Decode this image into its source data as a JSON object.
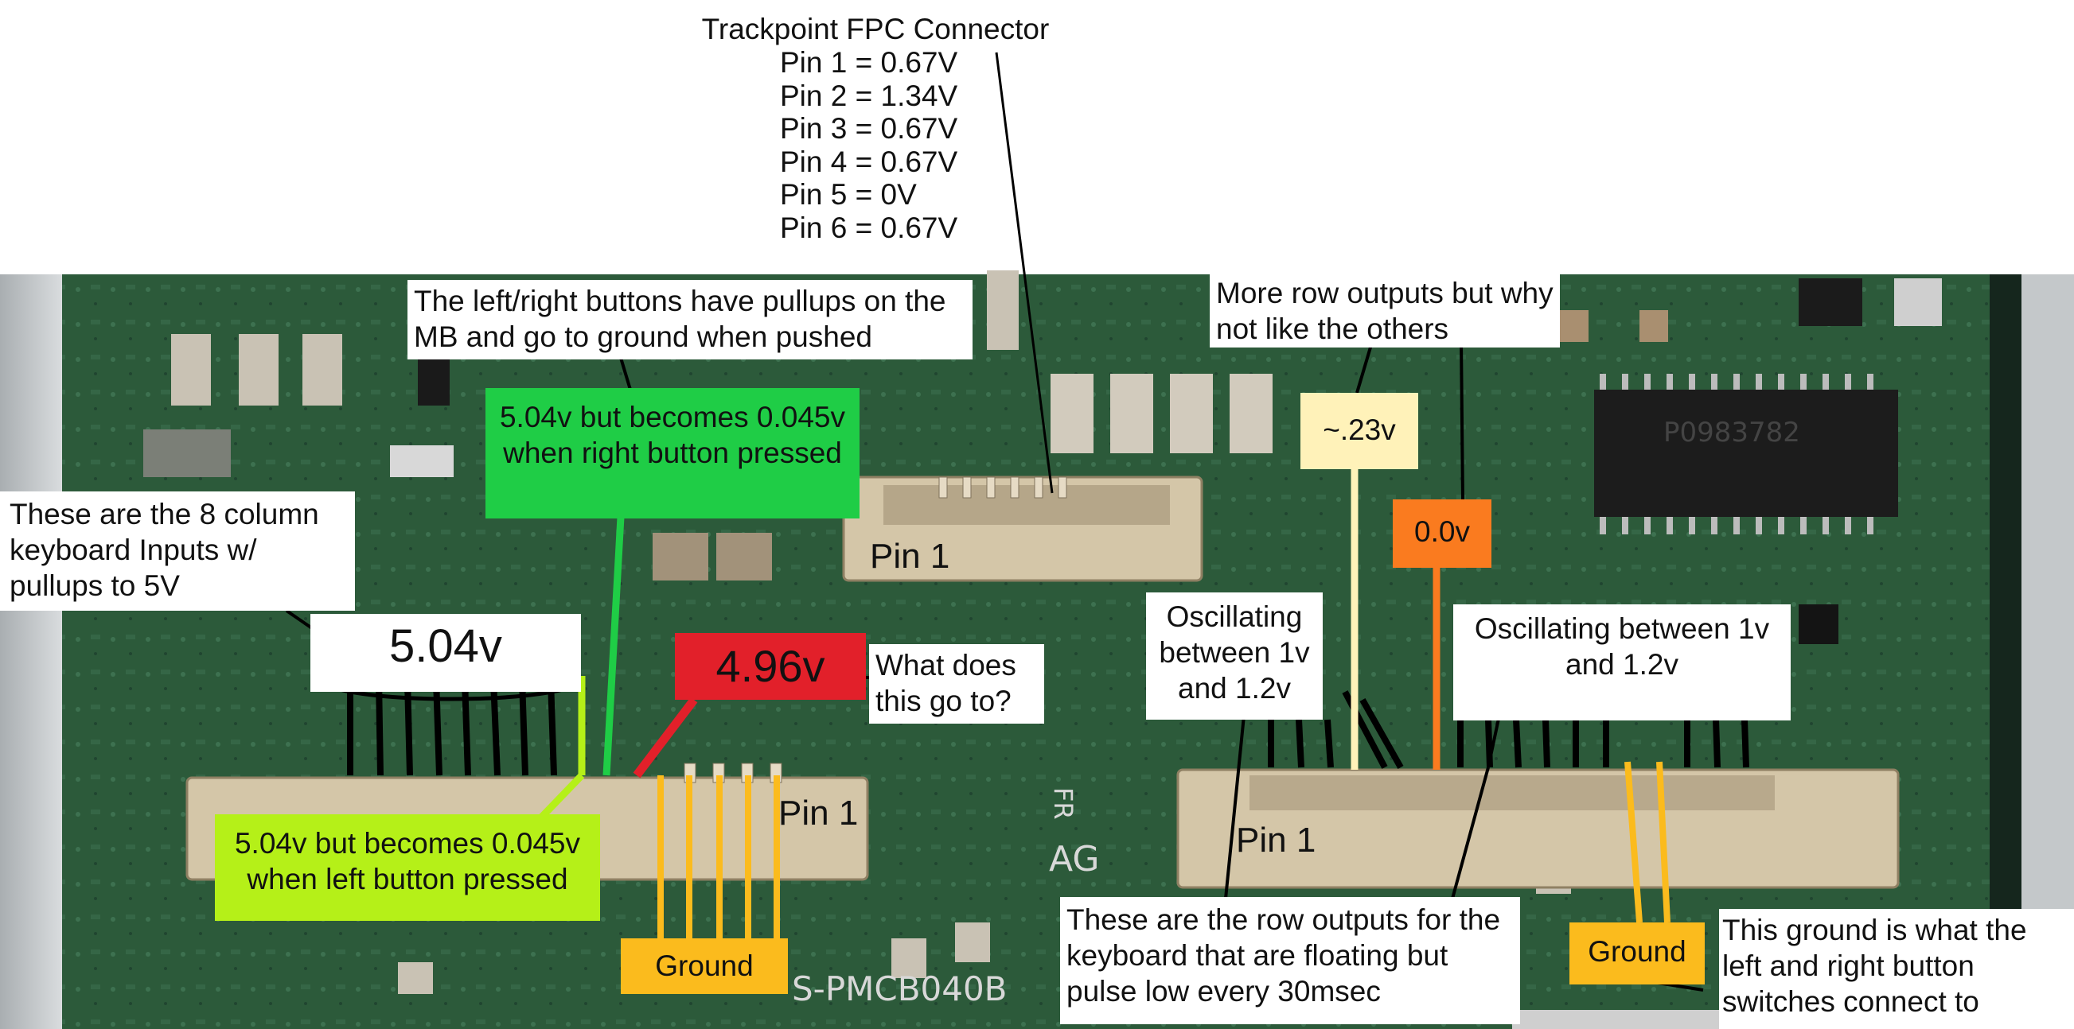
{
  "trackpoint": {
    "title": "Trackpoint FPC Connector",
    "pins": [
      "Pin 1 = 0.67V",
      "Pin 2 = 1.34V",
      "Pin 3 = 0.67V",
      "Pin 4 = 0.67V",
      "Pin 5 = 0V",
      "Pin 6 = 0.67V"
    ]
  },
  "notes": {
    "buttons_pullup": "The left/right buttons have pullups on the MB and go to ground when pushed",
    "more_rows": "More row outputs but why not like the others",
    "column_inputs": "These are the 8 column keyboard Inputs w/ pullups to 5V",
    "what_does": "What does this go to?",
    "osc_left": "Oscillating between 1v and 1.2v",
    "osc_right": "Oscillating between 1v and 1.2v",
    "row_outputs": "These are the row outputs for the keyboard that are floating but pulse low every 30msec",
    "ground_switches": "This ground is what the left and right button switches connect to"
  },
  "values": {
    "right_button": "5.04v but becomes 0.045v when right button pressed",
    "left_button": "5.04v but becomes 0.045v when left button pressed",
    "v504": "5.04v",
    "v496": "4.96v",
    "v023": "~.23v",
    "v00": "0.0v",
    "ground_left": "Ground",
    "ground_right": "Ground"
  },
  "pin_labels": {
    "trackpoint": "Pin 1",
    "small_connector": "Pin 1",
    "keyboard_connector": "Pin 1"
  },
  "board_markings": {
    "fr": "FR",
    "ag": "AG",
    "silkscreen": "S-PMCB040B",
    "chip": "P0983782"
  },
  "colors": {
    "pcb": "#2c5a3a",
    "connector": "#d4c6a8",
    "label_green": "#1fcd46",
    "label_lime": "#b5f018",
    "label_red": "#e2202a",
    "label_cream": "#fff2b9",
    "label_orange": "#fa7b1f",
    "label_ground": "#fbbb1d"
  }
}
